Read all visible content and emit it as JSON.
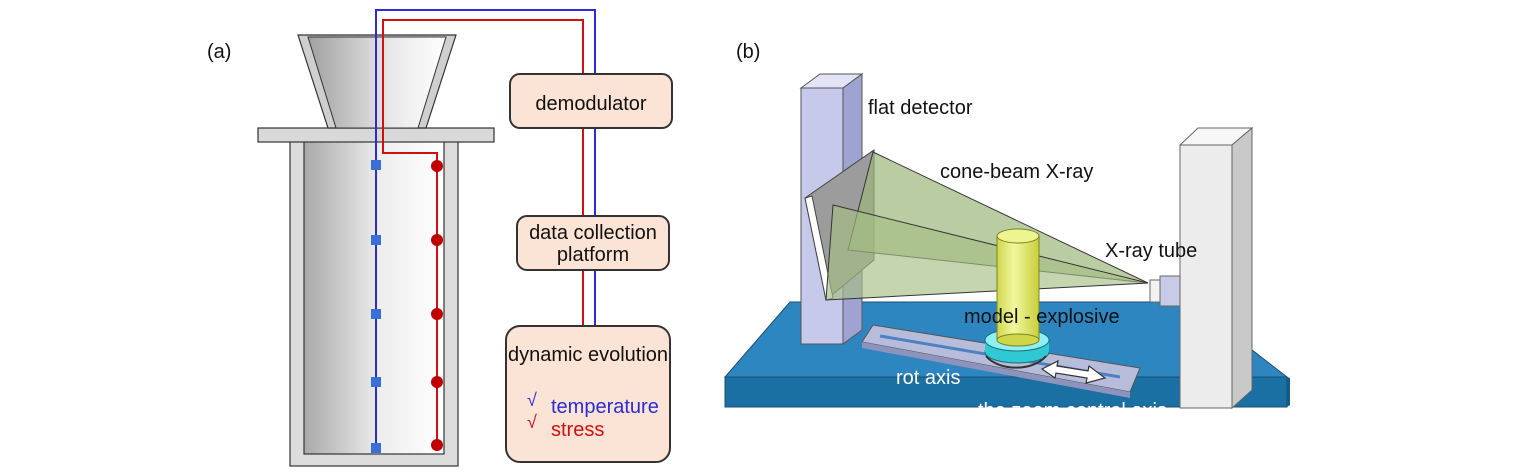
{
  "panel_a": {
    "label": "(a)",
    "demodulator": "demodulator",
    "data_collection_line1": "data collection",
    "data_collection_line2": "platform",
    "dynamic_evolution": "dynamic evolution",
    "check_mark": "√",
    "temperature": "temperature",
    "stress": "stress"
  },
  "panel_b": {
    "label": "(b)",
    "flat_detector": "flat detector",
    "cone_beam": "cone-beam X-ray",
    "xray_tube": "X-ray tube",
    "model": "model - explosive",
    "rot_axis": "rot axis",
    "zoom_axis": "the zoom control axis"
  },
  "colors": {
    "temperature": "#2b2bd8",
    "stress": "#d01010",
    "box_fill": "#fbe4d5",
    "base_blue": "#1a6fa3",
    "cylinder": "#e6ee7a"
  }
}
